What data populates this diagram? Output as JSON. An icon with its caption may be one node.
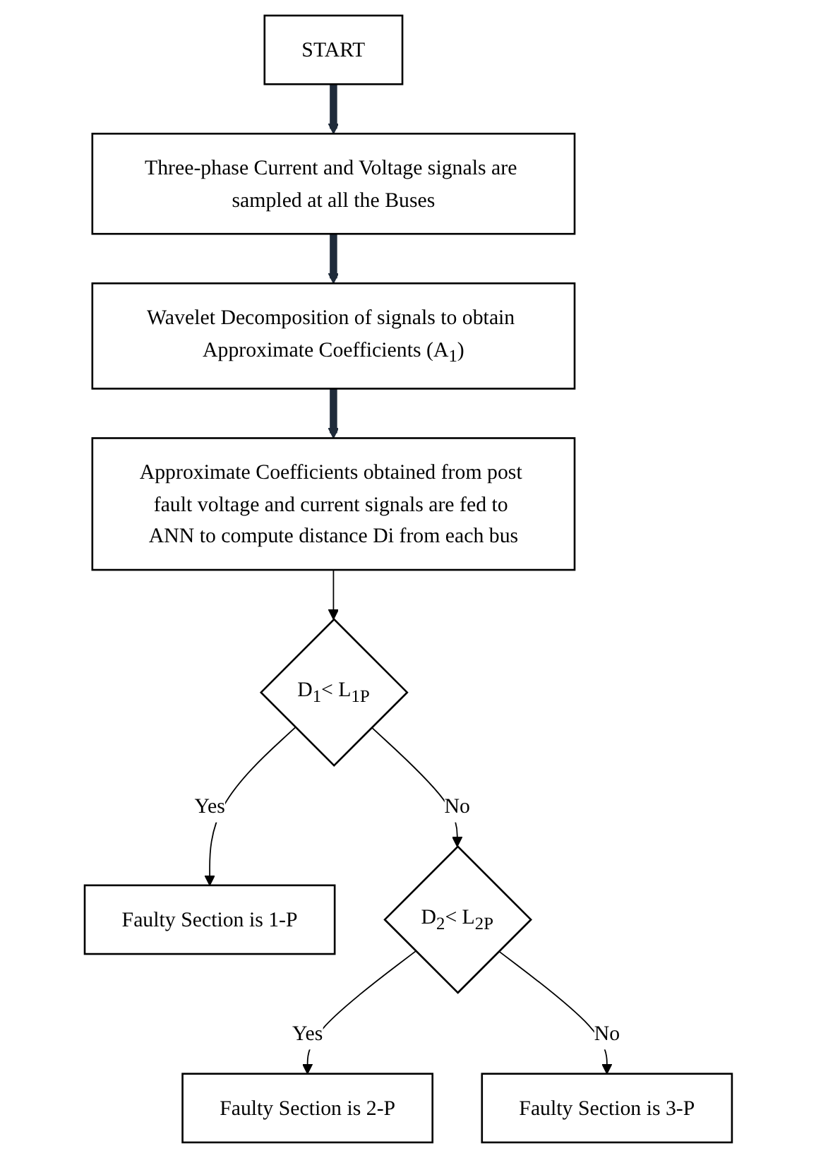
{
  "diagram": {
    "nodes": [
      {
        "text": [
          "START"
        ]
      },
      {
        "text": [
          "Three-phase Current and Voltage signals are sampled at all the Buses"
        ]
      },
      {
        "text": [
          "Wavelet Decomposition of signals to obtain Approximate Coefficients (A$_{1}$)"
        ]
      },
      {
        "text": [
          "Approximate Coefficients obtained from post fault voltage and current signals are fed to ANN to compute distance Di from each bus"
        ]
      },
      {
        "text": [
          "D$_{1}$< L$_{1P}$"
        ]
      },
      {
        "text": [
          "Faulty Section is 1-P"
        ]
      },
      {
        "text": [
          "D$_{2}$< L$_{2P}$"
        ]
      },
      {
        "text": [
          "Faulty Section is 2-P"
        ]
      },
      {
        "text": [
          "Faulty Section is 3-P"
        ]
      }
    ],
    "edges": [
      {
        "from": 0,
        "to": 1,
        "arrow": "to",
        "style": "thick"
      },
      {
        "from": 1,
        "to": 2,
        "arrow": "to",
        "style": "thick"
      },
      {
        "from": 2,
        "to": 3,
        "arrow": "to",
        "style": "thick"
      },
      {
        "from": 3,
        "to": 4,
        "arrow": "to"
      },
      {
        "from": 4,
        "to": 5,
        "arrow": "to",
        "label": "Yes"
      },
      {
        "from": 4,
        "to": 6,
        "arrow": "to",
        "label": "No"
      },
      {
        "from": 6,
        "to": 7,
        "arrow": "to",
        "label": "Yes"
      },
      {
        "from": 6,
        "to": 8,
        "arrow": "to",
        "label": "No"
      }
    ]
  }
}
